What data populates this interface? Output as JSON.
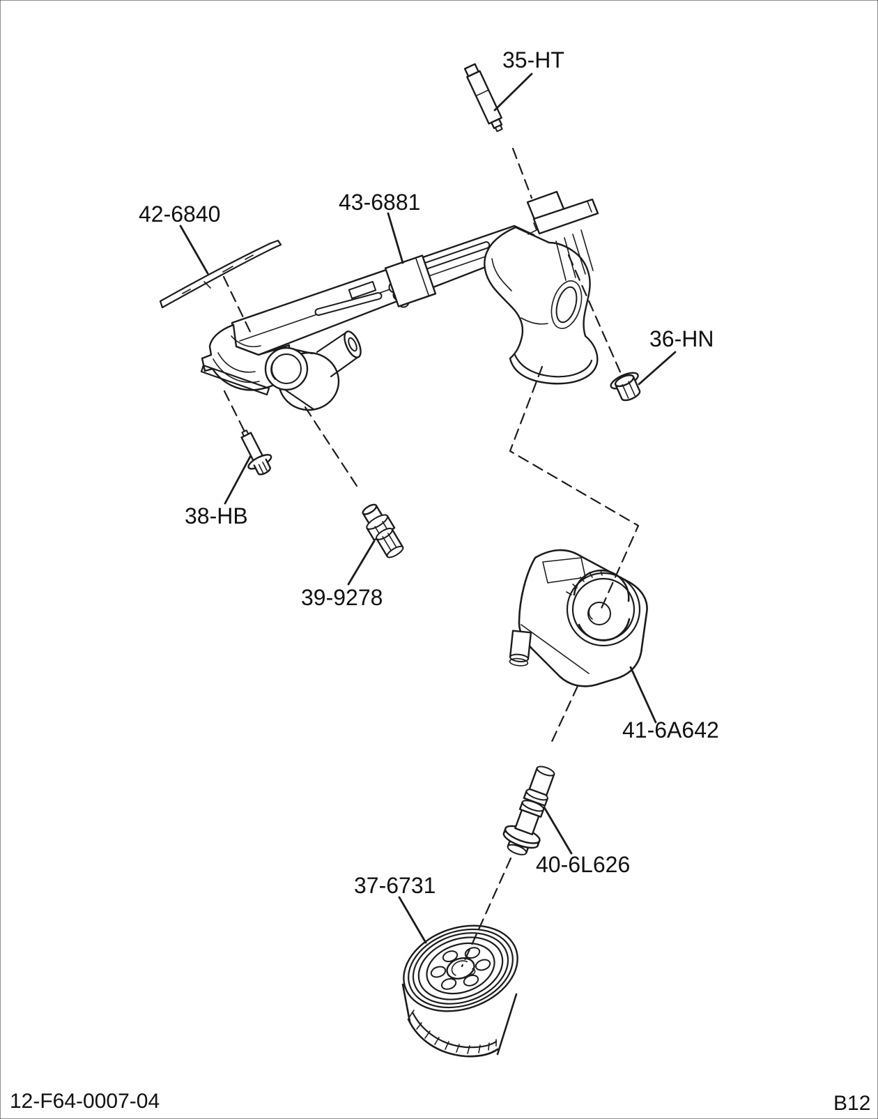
{
  "diagram": {
    "labels": {
      "stud": "35-HT",
      "nut": "36-HN",
      "oil_filter": "37-6731",
      "bolt": "38-HB",
      "sender": "39-9278",
      "tube": "40-6L626",
      "oil_cooler": "41-6A642",
      "gasket": "42-6840",
      "insert": "43-6881"
    },
    "footer": {
      "drawing_number": "12-F64-0007-04",
      "sheet_code": "B12"
    },
    "line_color": "#1b1b1b",
    "background_color": "#ffffff"
  }
}
